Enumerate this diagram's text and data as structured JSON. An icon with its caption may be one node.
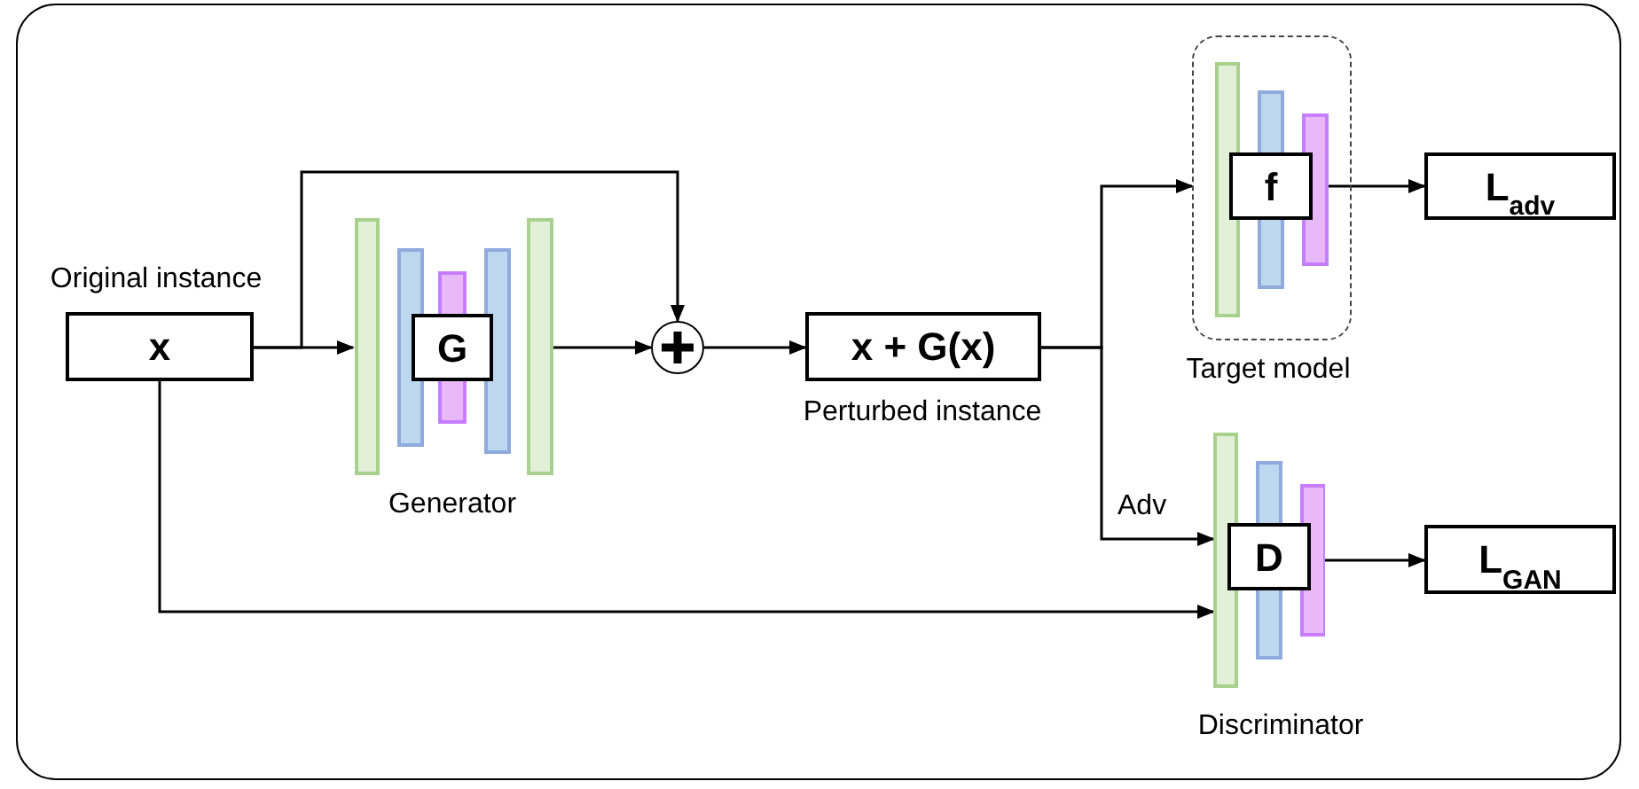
{
  "diagram": {
    "nodes": [
      {
        "text": [
          "x"
        ],
        "beside": [
          "Original instance"
        ]
      },
      {
        "text": [
          "G"
        ],
        "beside": [
          "Generator"
        ]
      },
      {
        "text": [],
        "shape": "circle"
      },
      {
        "text": [
          "x + G(x)"
        ],
        "beside": [
          "Perturbed instance"
        ]
      },
      {
        "text": [],
        "shape": "box",
        "beside": [
          "Target model"
        ]
      },
      {
        "text": [
          "f"
        ],
        "in": 4
      },
      {
        "text": [
          "L$_{adv}$"
        ]
      },
      {
        "text": [
          "D"
        ],
        "beside": [
          "Discriminator"
        ]
      },
      {
        "text": [
          "L$_{GAN}$"
        ]
      }
    ],
    "edges": [
      {
        "from": 0,
        "to": 1,
        "arrow": "to"
      },
      {
        "from": 0,
        "to": 2,
        "arrow": "to"
      },
      {
        "from": 1,
        "to": 2,
        "arrow": "to"
      },
      {
        "from": 2,
        "to": 3,
        "arrow": "to"
      },
      {
        "from": 3,
        "to": 4,
        "arrow": "to"
      },
      {
        "from": 3,
        "to": 7,
        "arrow": "to",
        "label": "Adv"
      },
      {
        "from": 0,
        "to": 7,
        "arrow": "to"
      },
      {
        "from": 5,
        "to": 6,
        "arrow": "to"
      },
      {
        "from": 7,
        "to": 8,
        "arrow": "to"
      }
    ]
  }
}
